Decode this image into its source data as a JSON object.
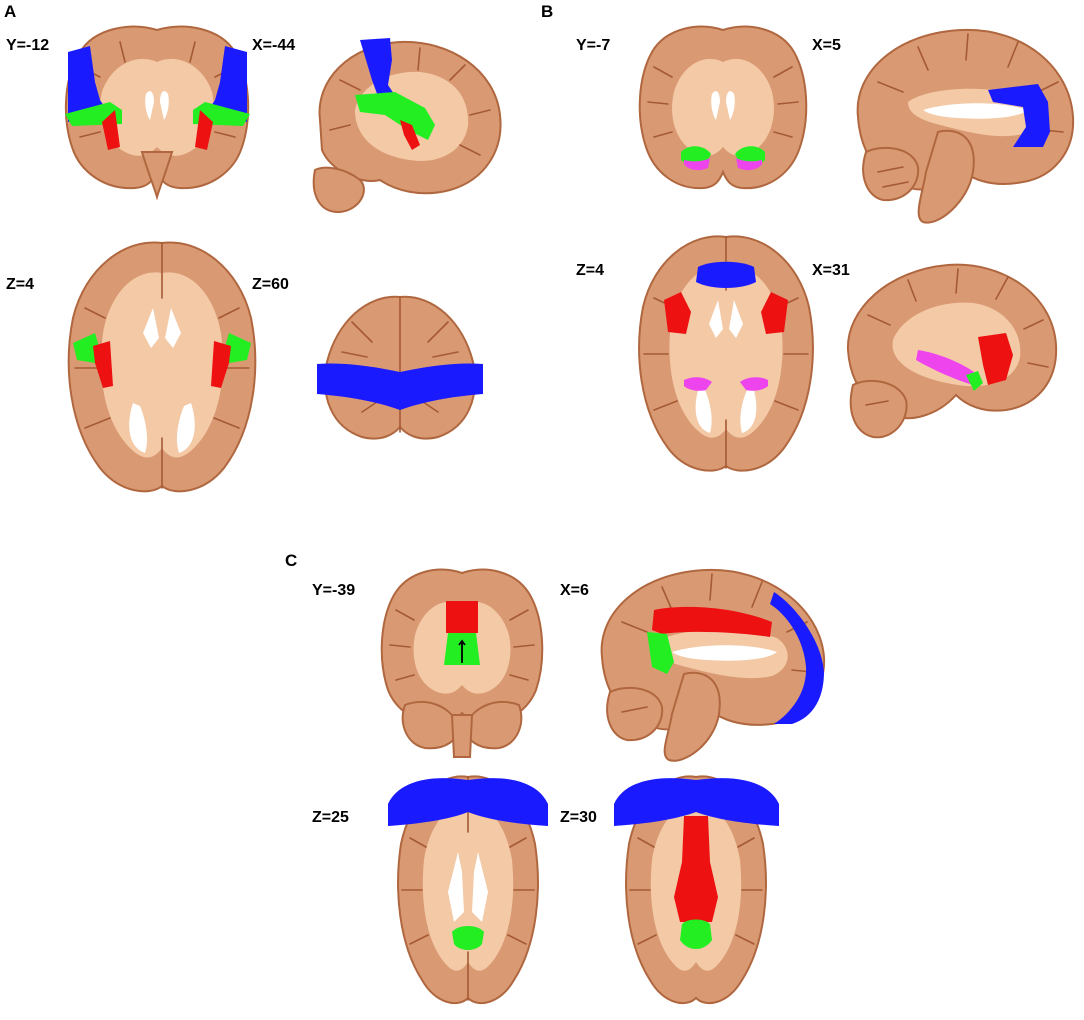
{
  "panels": [
    {
      "letter": "A",
      "slices": [
        {
          "label": "Y=-12",
          "view": "coronal"
        },
        {
          "label": "X=-44",
          "view": "sagittal"
        },
        {
          "label": "Z=4",
          "view": "axial"
        },
        {
          "label": "Z=60",
          "view": "axial"
        }
      ]
    },
    {
      "letter": "B",
      "slices": [
        {
          "label": "Y=-7",
          "view": "coronal"
        },
        {
          "label": "X=5",
          "view": "sagittal"
        },
        {
          "label": "Z=4",
          "view": "axial"
        },
        {
          "label": "X=31",
          "view": "sagittal"
        }
      ]
    },
    {
      "letter": "C",
      "slices": [
        {
          "label": "Y=-39",
          "view": "coronal"
        },
        {
          "label": "X=6",
          "view": "sagittal"
        },
        {
          "label": "Z=25",
          "view": "axial"
        },
        {
          "label": "Z=30",
          "view": "axial"
        }
      ]
    }
  ],
  "colors": {
    "brain": "#d99a73",
    "white_matter": "#f3c9a6",
    "blue_region": "#1a1aff",
    "green_region": "#22ee22",
    "red_region": "#ee1111",
    "magenta_region": "#ee44ee"
  }
}
